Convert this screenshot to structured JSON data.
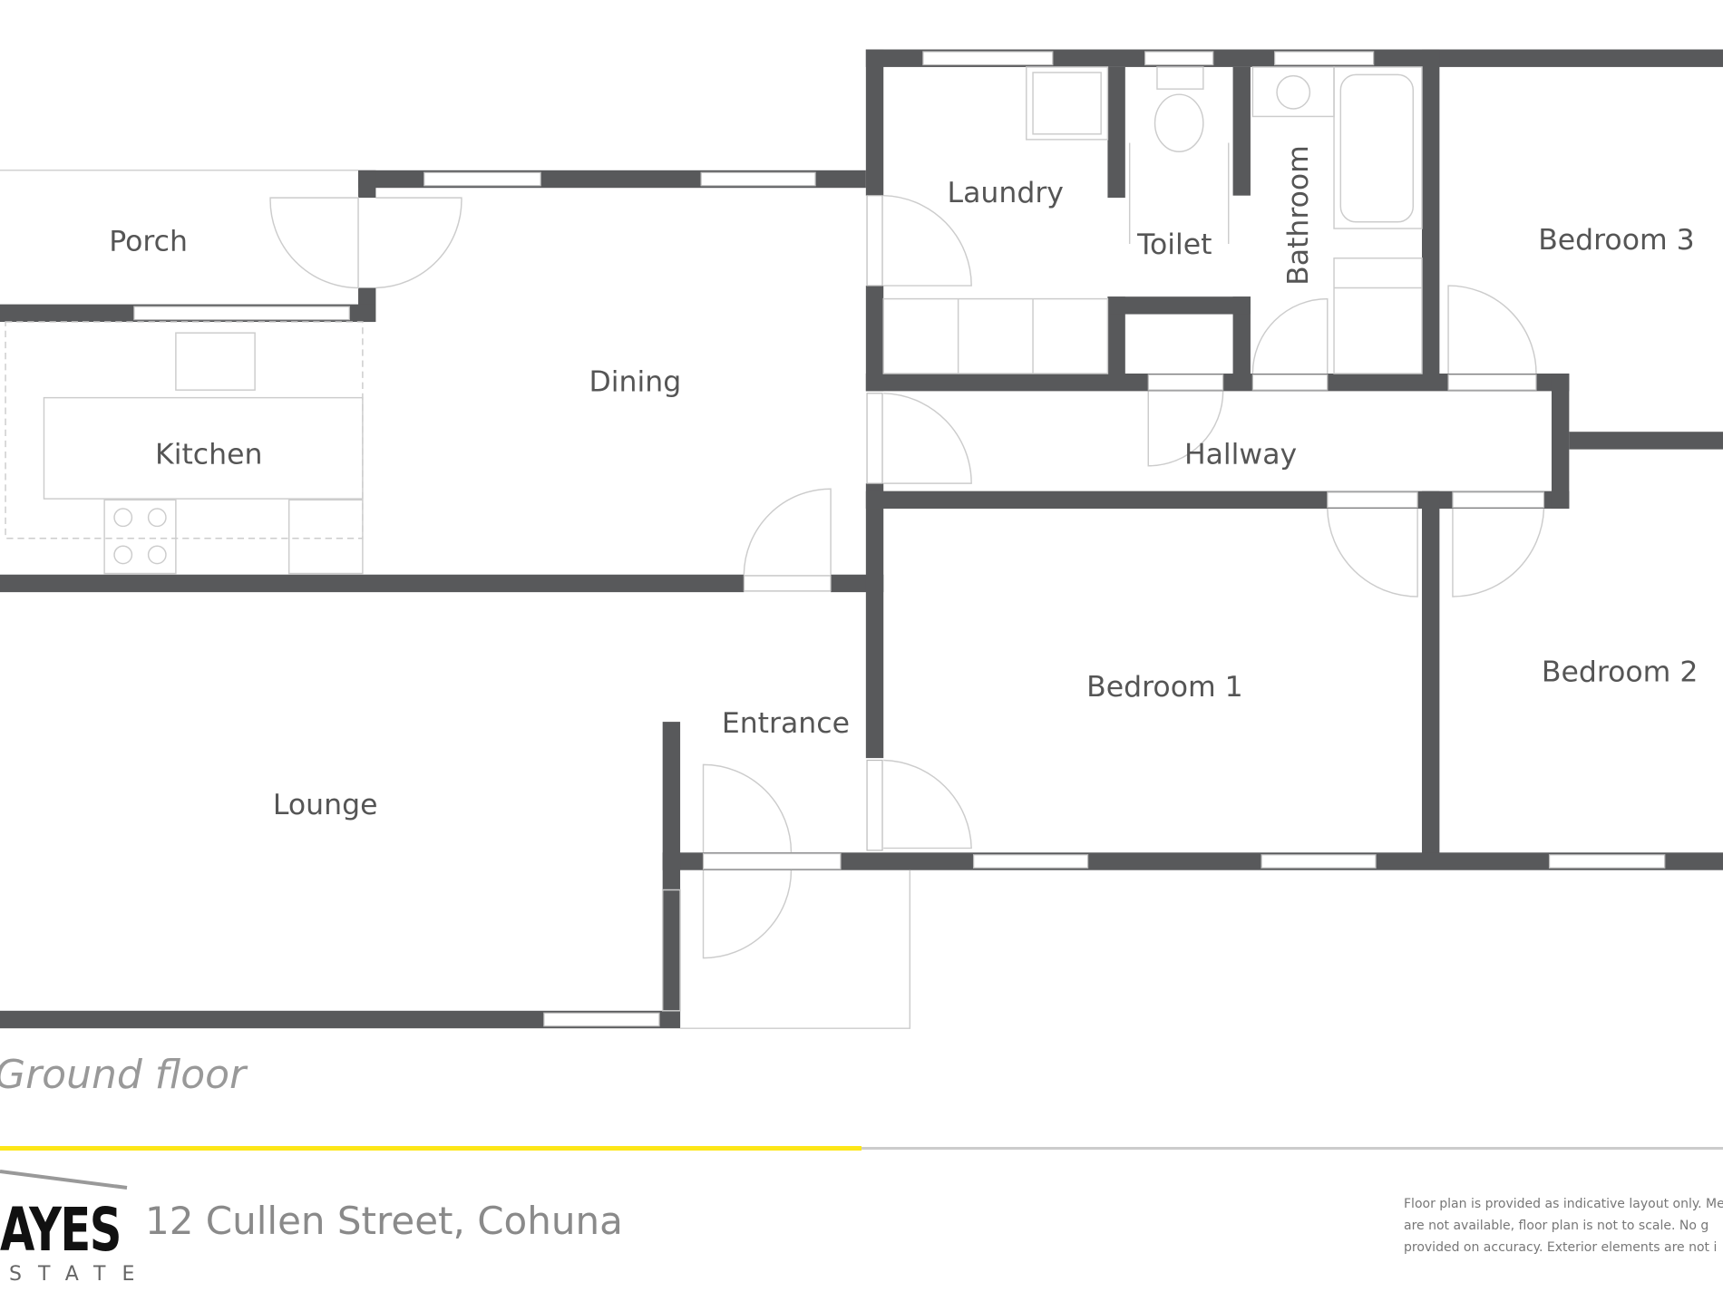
{
  "rooms": {
    "porch": "Porch",
    "kitchen": "Kitchen",
    "dining": "Dining",
    "laundry": "Laundry",
    "toilet": "Toilet",
    "bathroom": "Bathroom",
    "bedroom3": "Bedroom 3",
    "hallway": "Hallway",
    "bedroom1": "Bedroom 1",
    "bedroom2": "Bedroom 2",
    "entrance": "Entrance",
    "lounge": "Lounge"
  },
  "floor_label": "Ground floor",
  "address": "12 Cullen Street, Cohuna",
  "logo": {
    "main": "AYES",
    "sub": "STATE"
  },
  "disclaimer": [
    "Floor plan is provided as indicative layout only. Mea",
    "are not available, floor plan is not to scale. No g",
    "provided on accuracy. Exterior elements are not i"
  ],
  "colors": {
    "wall": "#58595b",
    "accent": "#fde618"
  }
}
